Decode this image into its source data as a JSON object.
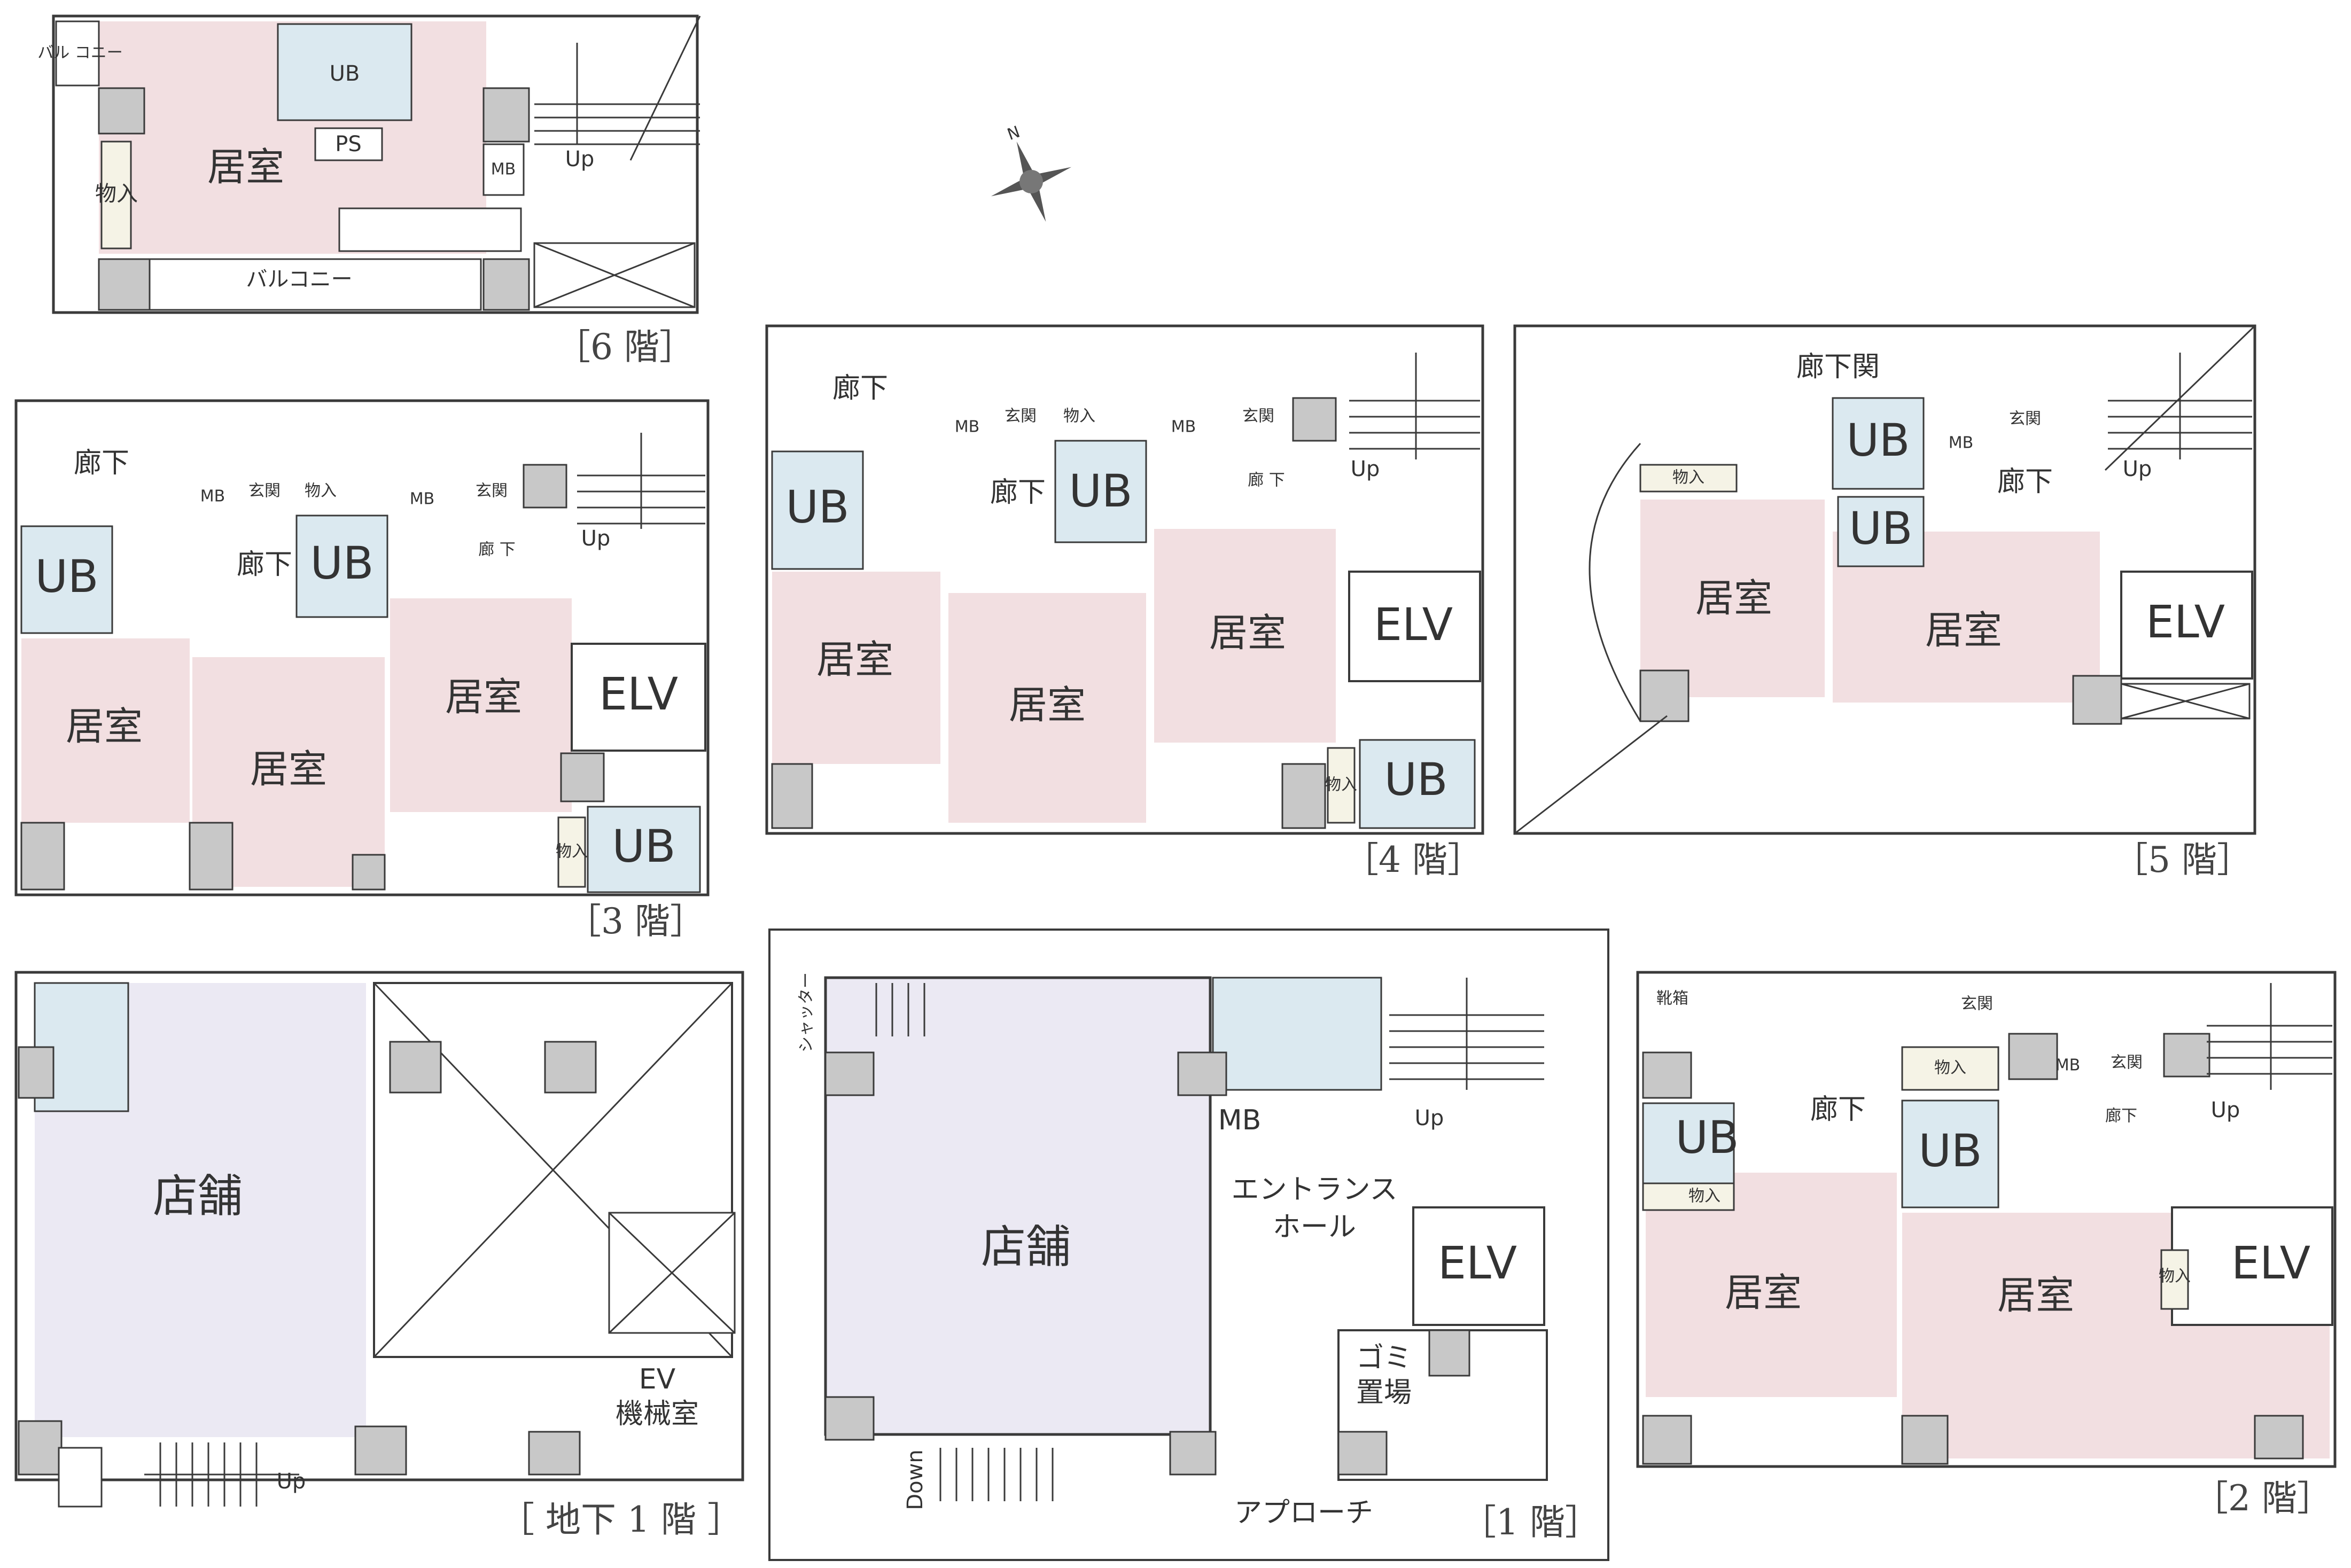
{
  "floors": {
    "f6": "［6 階］",
    "f3": "［3 階］",
    "f4": "［4 階］",
    "f5": "［5 階］",
    "b1": "［ 地下 1 階 ］",
    "f1": "［1 階］",
    "f2": "［2 階］"
  },
  "labels": {
    "room": "居室",
    "ub": "UB",
    "mb": "MB",
    "ps": "PS",
    "elv": "ELV",
    "storage": "物入",
    "storage_v": "物\n入",
    "hall": "廊下",
    "hall_v": "廊\n下",
    "entry": "玄関",
    "hall_entry": "廊下関",
    "balcony": "バルコニー",
    "balcony_small": "バル\nコニー",
    "up": "Up",
    "down": "Down",
    "shop": "店舗",
    "ev_room_1": "EV",
    "ev_room_2": "機械室",
    "entrance_1": "エントランス",
    "entrance_2": "ホール",
    "garbage_1": "ゴミ",
    "garbage_2": "置場",
    "approach": "アプローチ",
    "shutter": "シャッター",
    "shoe": "靴箱",
    "north": "N"
  },
  "colors": {
    "room": "#f2dfe1",
    "bath": "#dbe9f0",
    "shop": "#ebe9f3",
    "wall": "#3a3a3a",
    "column": "#c8c8c8"
  }
}
